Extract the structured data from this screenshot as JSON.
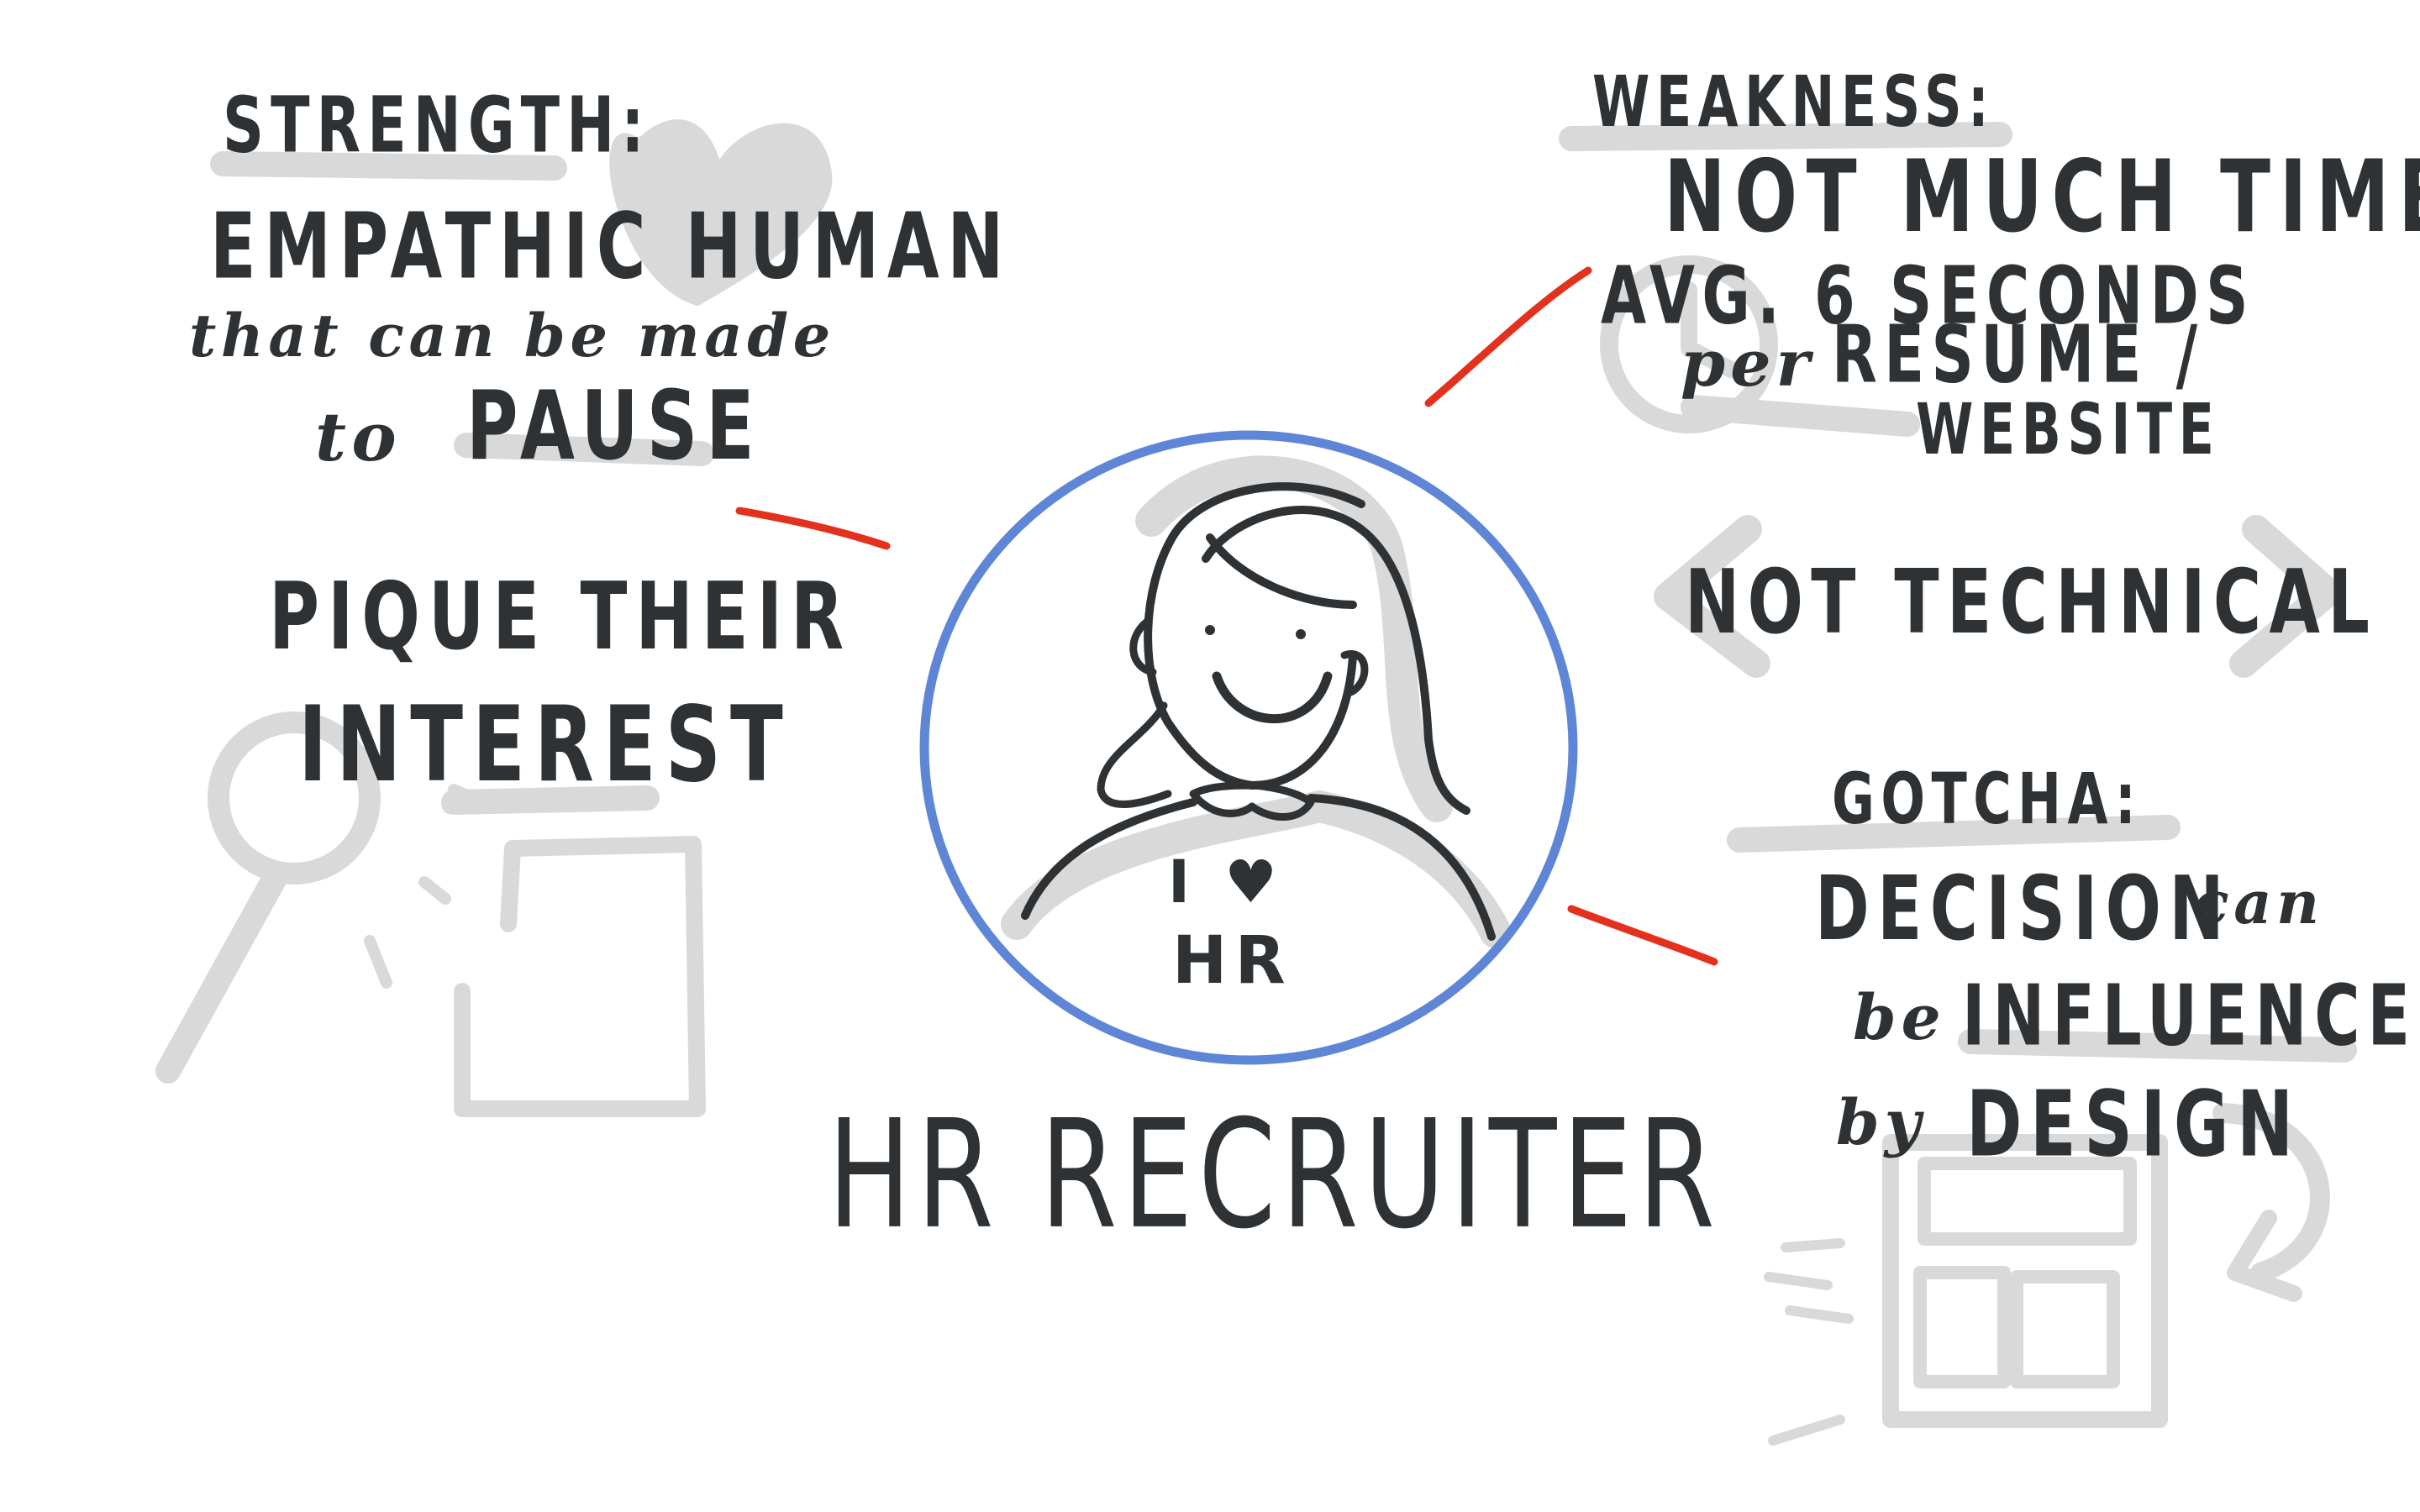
{
  "center": {
    "title": "HR RECRUITER",
    "shirt_line1": "I ♥",
    "shirt_line2": "HR"
  },
  "strength": {
    "heading": "STRENGTH:",
    "line1": "EMPATHIC HUMAN",
    "line2": "that can be made",
    "line3_pre": "to",
    "line3_word": "PAUSE",
    "line4": "PIQUE THEIR",
    "line5": "INTEREST"
  },
  "weakness": {
    "heading": "WEAKNESS:",
    "line1": "NOT MUCH TIME",
    "line2": "AVG. 6 SECONDS",
    "line3_pre": "per",
    "line3_word": "RESUME /",
    "line4": "WEBSITE",
    "line5": "NOT TECHNICAL"
  },
  "gotcha": {
    "heading": "GOTCHA:",
    "line1_word": "DECISION",
    "line1_tail": "can",
    "line2_pre": "be",
    "line2_word": "INFLUENCED",
    "line3_pre": "by",
    "line3_word": "DESIGN"
  },
  "colors": {
    "ink": "#2f3234",
    "shadow": "#d9d9d9",
    "circle": "#5f86d6",
    "connector": "#e3311d"
  },
  "icons": [
    "heart-icon",
    "clock-icon",
    "code-brackets-icon",
    "magnifier-icon",
    "document-icon",
    "layout-icon",
    "refresh-arrow-icon"
  ]
}
